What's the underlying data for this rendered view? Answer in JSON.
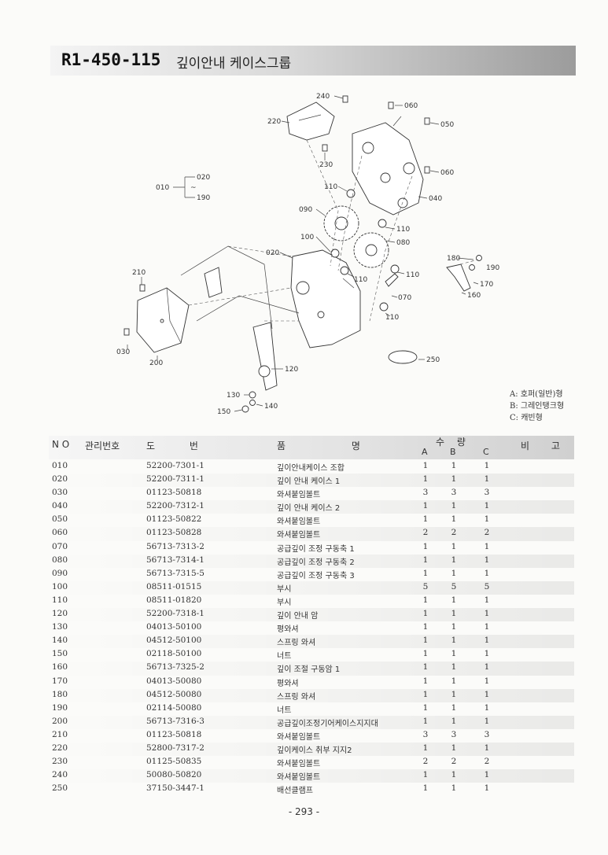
{
  "header": {
    "code": "R1-450-115",
    "title": "깊이안내 케이스그룹"
  },
  "diagram": {
    "callouts": [
      "240",
      "060",
      "220",
      "050",
      "230",
      "060",
      "020",
      "010",
      "190",
      "110",
      "040",
      "090",
      "110",
      "100",
      "080",
      "020",
      "180",
      "190",
      "210",
      "110",
      "110",
      "170",
      "070",
      "160",
      "110",
      "030",
      "200",
      "250",
      "120",
      "130",
      "140",
      "150"
    ],
    "range_symbol": "~"
  },
  "legend": [
    "A: 호퍼(일반)형",
    "B: 그레인탱크형",
    "C: 캐빈형"
  ],
  "table": {
    "headers": {
      "no": "N O",
      "mgmt": "관리번호",
      "drawing": "도 번",
      "name": "품 명",
      "qty": "수 량",
      "a": "A",
      "b": "B",
      "c": "C",
      "remark": "비 고"
    },
    "rows": [
      {
        "no": "010",
        "drawing": "52200-7301-1",
        "name": "깊이안내케이스 조합",
        "a": "1",
        "b": "1",
        "c": "1"
      },
      {
        "no": "020",
        "drawing": "52200-7311-1",
        "name": "깊이 안내 케이스 1",
        "a": "1",
        "b": "1",
        "c": "1"
      },
      {
        "no": "030",
        "drawing": "01123-50818",
        "name": "와셔붙임볼트",
        "a": "3",
        "b": "3",
        "c": "3"
      },
      {
        "no": "040",
        "drawing": "52200-7312-1",
        "name": "깊이 안내 케이스 2",
        "a": "1",
        "b": "1",
        "c": "1"
      },
      {
        "no": "050",
        "drawing": "01123-50822",
        "name": "와셔붙임볼트",
        "a": "1",
        "b": "1",
        "c": "1"
      },
      {
        "no": "060",
        "drawing": "01123-50828",
        "name": "와셔붙임볼트",
        "a": "2",
        "b": "2",
        "c": "2"
      },
      {
        "no": "070",
        "drawing": "56713-7313-2",
        "name": "공급깊이 조정 구동축 1",
        "a": "1",
        "b": "1",
        "c": "1"
      },
      {
        "no": "080",
        "drawing": "56713-7314-1",
        "name": "공급깊이 조정 구동축 2",
        "a": "1",
        "b": "1",
        "c": "1"
      },
      {
        "no": "090",
        "drawing": "56713-7315-5",
        "name": "공급깊이 조정 구동축 3",
        "a": "1",
        "b": "1",
        "c": "1"
      },
      {
        "no": "100",
        "drawing": "08511-01515",
        "name": "부시",
        "a": "5",
        "b": "5",
        "c": "5"
      },
      {
        "no": "110",
        "drawing": "08511-01820",
        "name": "부시",
        "a": "1",
        "b": "1",
        "c": "1"
      },
      {
        "no": "120",
        "drawing": "52200-7318-1",
        "name": "깊이 안내 암",
        "a": "1",
        "b": "1",
        "c": "1"
      },
      {
        "no": "130",
        "drawing": "04013-50100",
        "name": "평와셔",
        "a": "1",
        "b": "1",
        "c": "1"
      },
      {
        "no": "140",
        "drawing": "04512-50100",
        "name": "스프링 와셔",
        "a": "1",
        "b": "1",
        "c": "1"
      },
      {
        "no": "150",
        "drawing": "02118-50100",
        "name": "너트",
        "a": "1",
        "b": "1",
        "c": "1"
      },
      {
        "no": "160",
        "drawing": "56713-7325-2",
        "name": "깊이 조절 구동암 1",
        "a": "1",
        "b": "1",
        "c": "1"
      },
      {
        "no": "170",
        "drawing": "04013-50080",
        "name": "평와셔",
        "a": "1",
        "b": "1",
        "c": "1"
      },
      {
        "no": "180",
        "drawing": "04512-50080",
        "name": "스프링 와셔",
        "a": "1",
        "b": "1",
        "c": "1"
      },
      {
        "no": "190",
        "drawing": "02114-50080",
        "name": "너트",
        "a": "1",
        "b": "1",
        "c": "1"
      },
      {
        "no": "200",
        "drawing": "56713-7316-3",
        "name": "공급깊이조정기어케이스지지대",
        "a": "1",
        "b": "1",
        "c": "1"
      },
      {
        "no": "210",
        "drawing": "01123-50818",
        "name": "와셔붙임볼트",
        "a": "3",
        "b": "3",
        "c": "3"
      },
      {
        "no": "220",
        "drawing": "52800-7317-2",
        "name": "깊이케이스 취부 지지2",
        "a": "1",
        "b": "1",
        "c": "1"
      },
      {
        "no": "230",
        "drawing": "01125-50835",
        "name": "와셔붙임볼트",
        "a": "2",
        "b": "2",
        "c": "2"
      },
      {
        "no": "240",
        "drawing": "50080-50820",
        "name": "와셔붙임볼트",
        "a": "1",
        "b": "1",
        "c": "1"
      },
      {
        "no": "250",
        "drawing": "37150-3447-1",
        "name": "배선클램프",
        "a": "1",
        "b": "1",
        "c": "1"
      }
    ]
  },
  "page_number": "- 293 -"
}
